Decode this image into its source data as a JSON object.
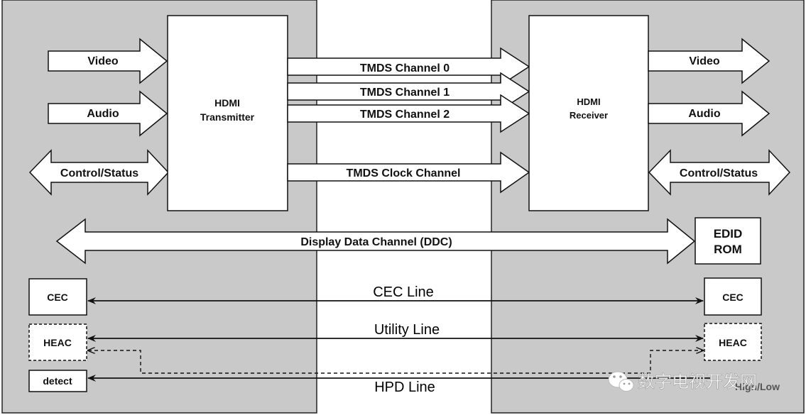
{
  "source": {
    "video_label": "Video",
    "audio_label": "Audio",
    "control_label": "Control/Status",
    "transmitter_line1": "HDMI",
    "transmitter_line2": "Transmitter",
    "cec_label": "CEC",
    "heac_label": "HEAC",
    "detect_label": "detect"
  },
  "sink": {
    "video_label": "Video",
    "audio_label": "Audio",
    "control_label": "Control/Status",
    "receiver_line1": "HDMI",
    "receiver_line2": "Receiver",
    "edid_line1": "EDID",
    "edid_line2": "ROM",
    "cec_label": "CEC",
    "heac_label": "HEAC",
    "high_low_label": "High/Low"
  },
  "channels": {
    "tmds0": "TMDS Channel 0",
    "tmds1": "TMDS Channel 1",
    "tmds2": "TMDS Channel 2",
    "clock": "TMDS Clock Channel",
    "ddc": "Display Data Channel (DDC)"
  },
  "lines": {
    "cec": "CEC Line",
    "utility": "Utility Line",
    "hpd": "HPD Line"
  },
  "watermark": {
    "text": "数字电视开发网",
    "icon": "wechat-icon"
  },
  "colors": {
    "panel": "#c9c9c9",
    "block": "#ffffff",
    "stroke": "#111111"
  }
}
